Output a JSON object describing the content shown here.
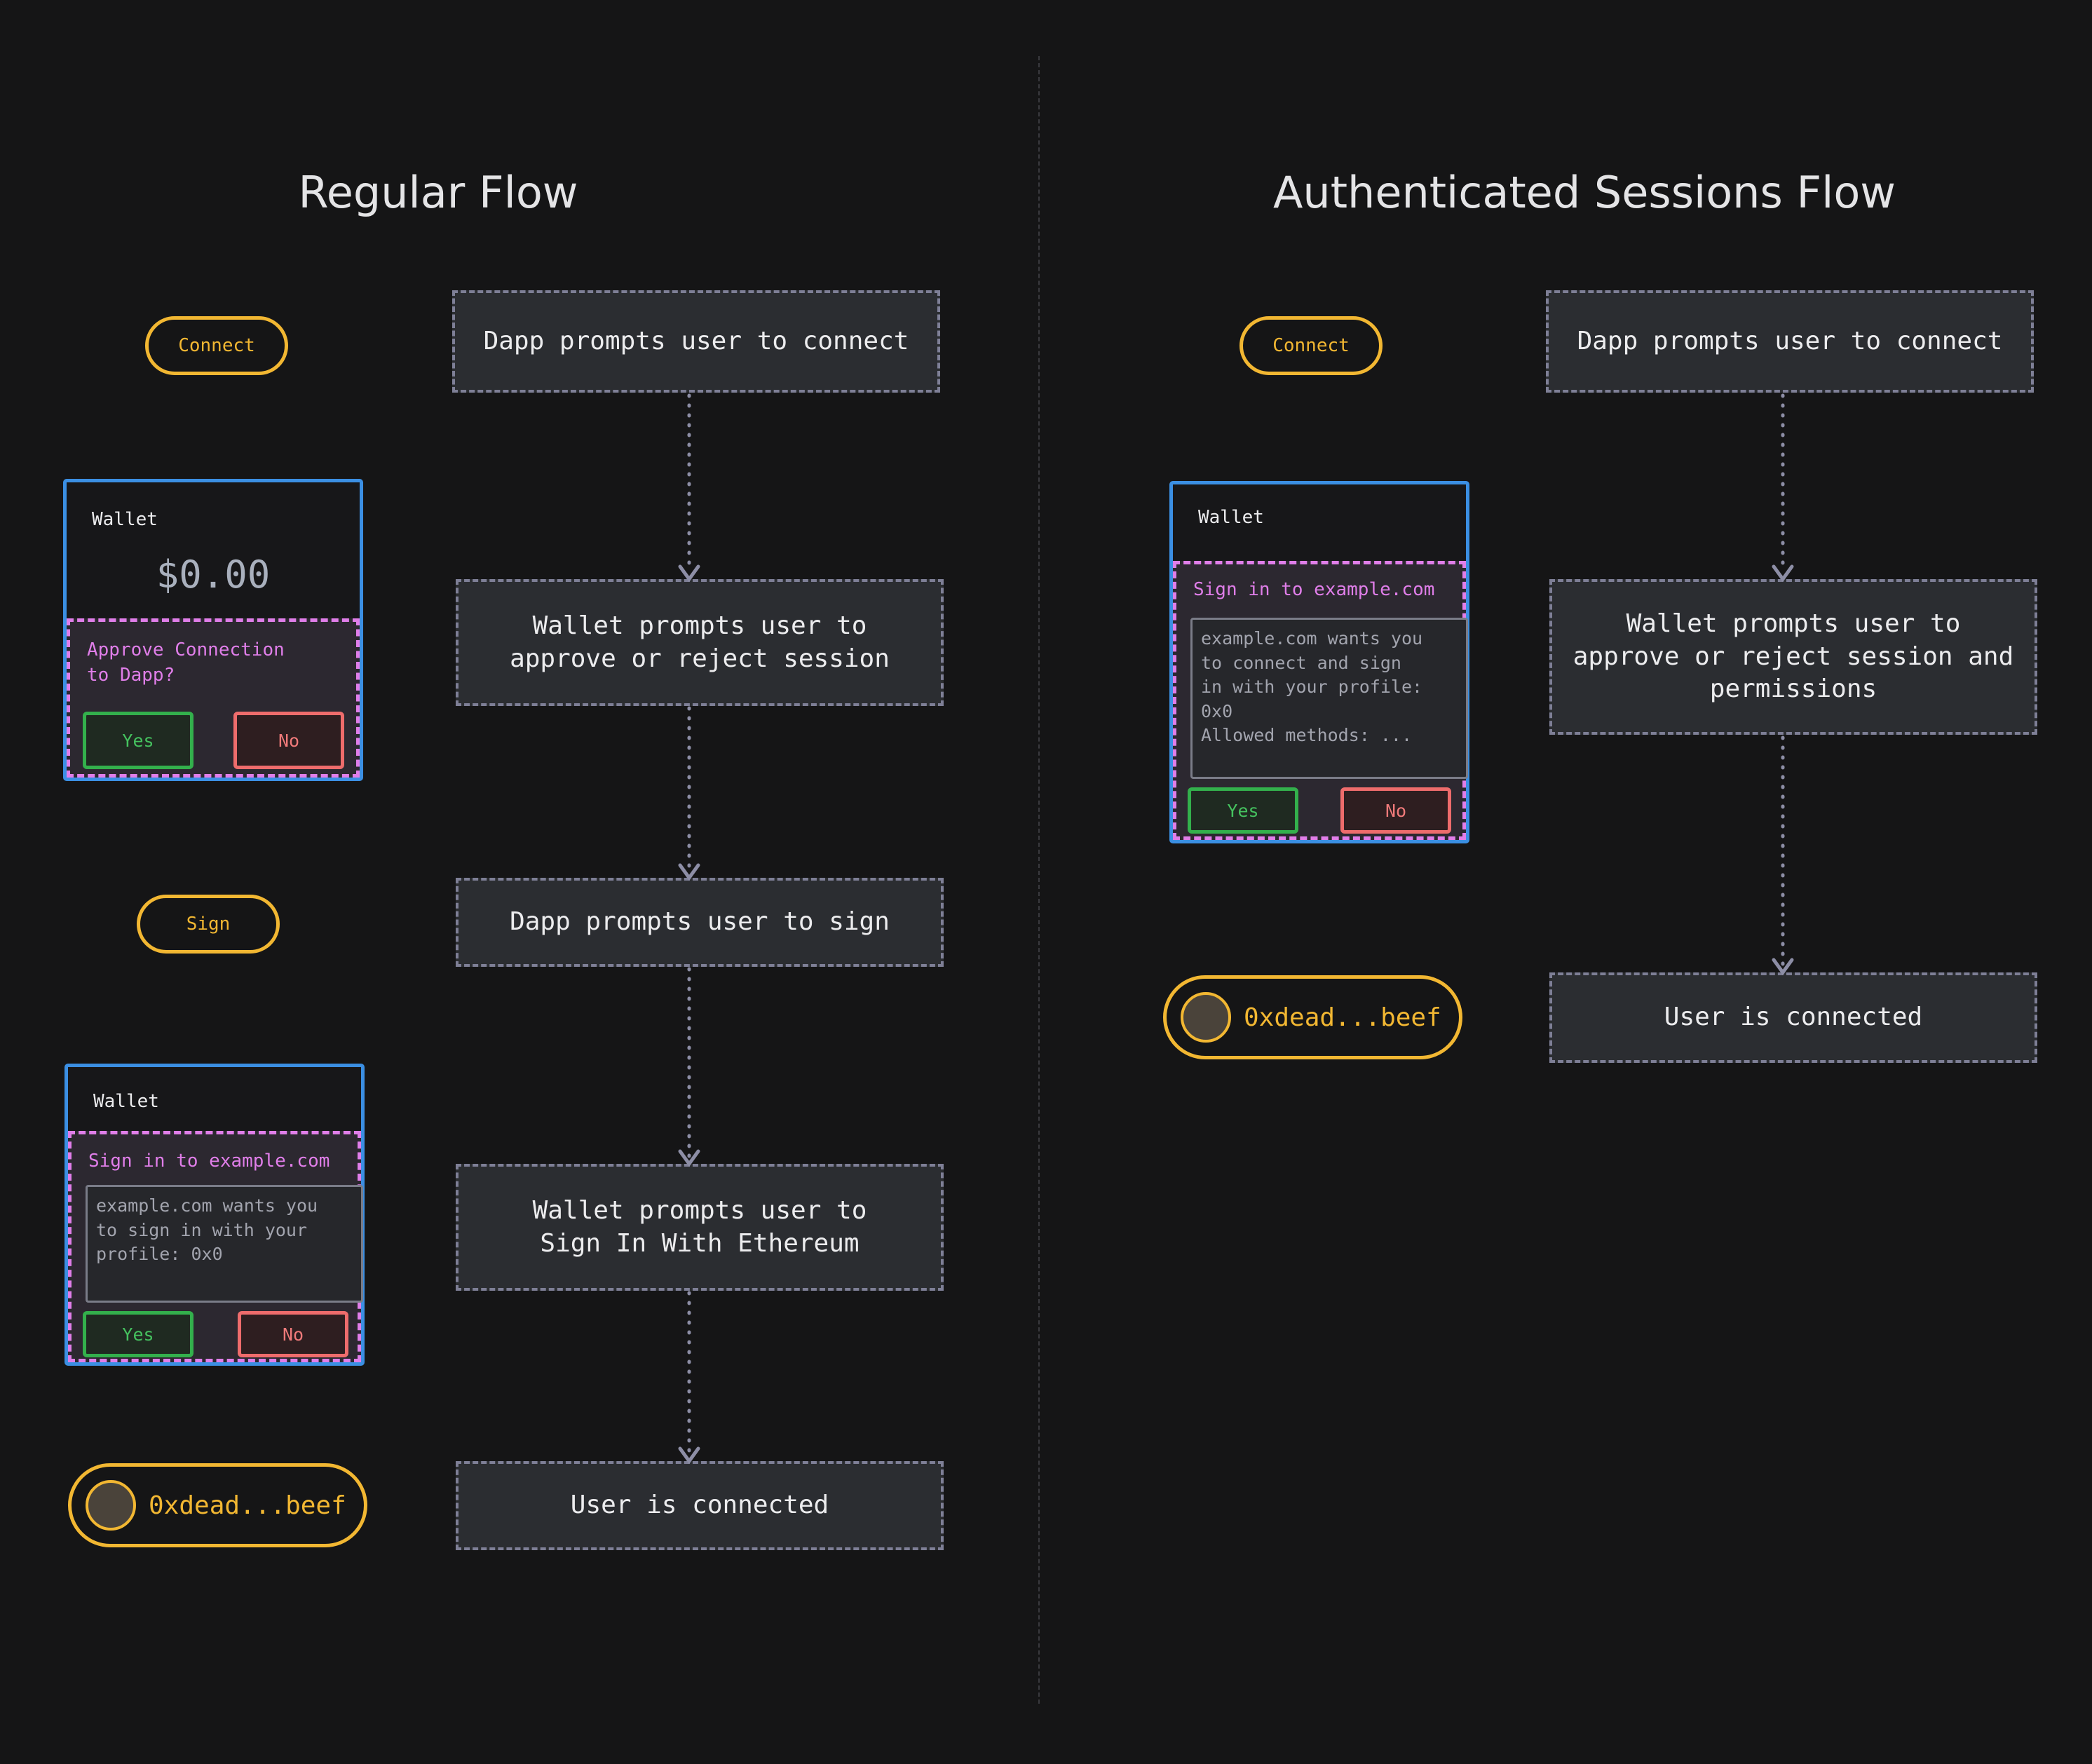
{
  "colors": {
    "background": "#151516",
    "step_border": "#7e7f96",
    "accent_yellow": "#f2b732",
    "wallet_border": "#3b8fe3",
    "prompt_border": "#e07ee9",
    "yes_green": "#33b04c",
    "no_red": "#ee6c6c"
  },
  "regular": {
    "title": "Regular Flow",
    "connect_button": "Connect",
    "sign_button": "Sign",
    "steps": [
      "Dapp prompts user to connect",
      "Wallet prompts user to\napprove or reject session",
      "Dapp prompts user to sign",
      "Wallet prompts user to\nSign In With Ethereum",
      "User is connected"
    ],
    "wallet_connect": {
      "header": "Wallet",
      "balance": "$0.00",
      "prompt": "Approve Connection\nto Dapp?",
      "yes": "Yes",
      "no": "No"
    },
    "wallet_sign": {
      "header": "Wallet",
      "prompt": "Sign in to example.com",
      "message": "example.com wants you\nto sign in with your\nprofile: 0x0",
      "yes": "Yes",
      "no": "No"
    },
    "account": {
      "address": "0xdead...beef",
      "avatar_icon": "avatar-circle-icon"
    }
  },
  "authenticated": {
    "title": "Authenticated Sessions Flow",
    "connect_button": "Connect",
    "steps": [
      "Dapp prompts user to connect",
      "Wallet prompts user to\napprove or reject session and\npermissions",
      "User is connected"
    ],
    "wallet": {
      "header": "Wallet",
      "prompt": "Sign in to example.com",
      "message": "example.com wants you\nto connect and sign\nin with your profile:\n0x0\nAllowed methods: ...",
      "yes": "Yes",
      "no": "No"
    },
    "account": {
      "address": "0xdead...beef",
      "avatar_icon": "avatar-circle-icon"
    }
  }
}
